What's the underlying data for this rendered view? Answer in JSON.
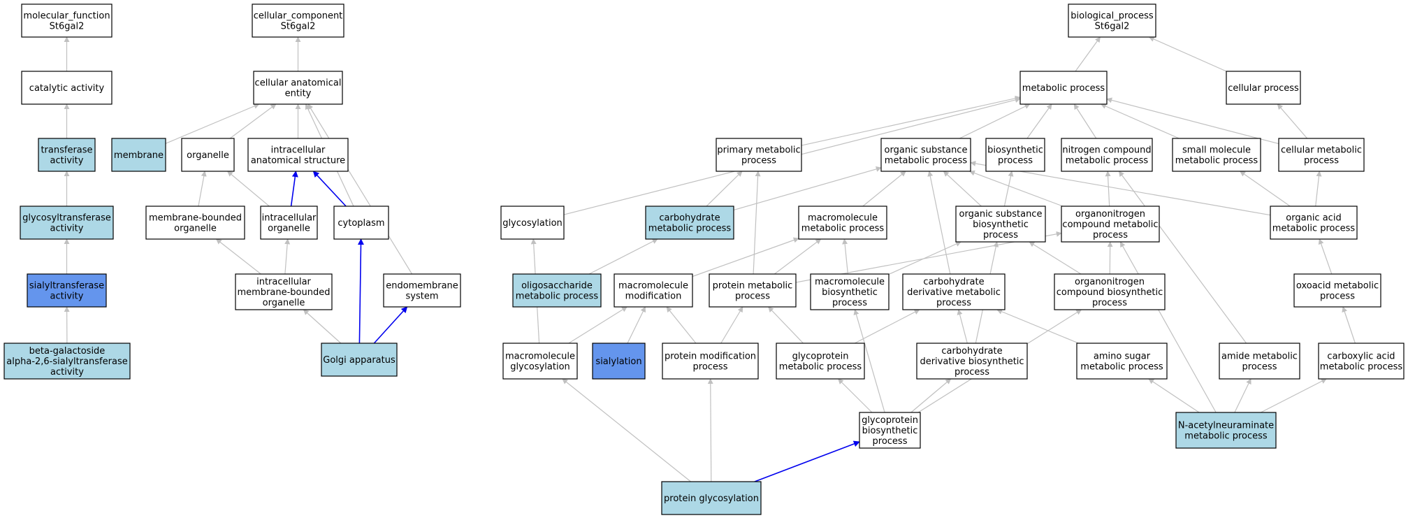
{
  "colors": {
    "white": "#ffffff",
    "light": "#add8e6",
    "dark": "#6495ed",
    "edge": "#c0c0c0",
    "highlight": "#0000ee"
  },
  "nodes": [
    {
      "id": "mf",
      "lines": [
        "molecular_function",
        "St6gal2"
      ],
      "fill": "white"
    },
    {
      "id": "cat",
      "lines": [
        "catalytic activity"
      ],
      "fill": "white"
    },
    {
      "id": "transf",
      "lines": [
        "transferase",
        "activity"
      ],
      "fill": "light"
    },
    {
      "id": "glyctr",
      "lines": [
        "glycosyltransferase",
        "activity"
      ],
      "fill": "light"
    },
    {
      "id": "sialtr",
      "lines": [
        "sialyltransferase",
        "activity"
      ],
      "fill": "dark"
    },
    {
      "id": "bgal",
      "lines": [
        "beta-galactoside",
        "alpha-2,6-sialyltransferase",
        "activity"
      ],
      "fill": "light"
    },
    {
      "id": "cc",
      "lines": [
        "cellular_component",
        "St6gal2"
      ],
      "fill": "white"
    },
    {
      "id": "cae",
      "lines": [
        "cellular anatomical",
        "entity"
      ],
      "fill": "white"
    },
    {
      "id": "memb",
      "lines": [
        "membrane"
      ],
      "fill": "light"
    },
    {
      "id": "organelle",
      "lines": [
        "organelle"
      ],
      "fill": "white"
    },
    {
      "id": "ias",
      "lines": [
        "intracellular",
        "anatomical structure"
      ],
      "fill": "white"
    },
    {
      "id": "mbo",
      "lines": [
        "membrane-bounded",
        "organelle"
      ],
      "fill": "white"
    },
    {
      "id": "io",
      "lines": [
        "intracellular",
        "organelle"
      ],
      "fill": "white"
    },
    {
      "id": "cyto",
      "lines": [
        "cytoplasm"
      ],
      "fill": "white"
    },
    {
      "id": "imbo",
      "lines": [
        "intracellular",
        "membrane-bounded",
        "organelle"
      ],
      "fill": "white"
    },
    {
      "id": "endo",
      "lines": [
        "endomembrane",
        "system"
      ],
      "fill": "white"
    },
    {
      "id": "golgi",
      "lines": [
        "Golgi apparatus"
      ],
      "fill": "light"
    },
    {
      "id": "bp",
      "lines": [
        "biological_process",
        "St6gal2"
      ],
      "fill": "white"
    },
    {
      "id": "metab",
      "lines": [
        "metabolic process"
      ],
      "fill": "white"
    },
    {
      "id": "cellp",
      "lines": [
        "cellular process"
      ],
      "fill": "white"
    },
    {
      "id": "pmp",
      "lines": [
        "primary metabolic",
        "process"
      ],
      "fill": "white"
    },
    {
      "id": "osmp",
      "lines": [
        "organic substance",
        "metabolic process"
      ],
      "fill": "white"
    },
    {
      "id": "biosyn",
      "lines": [
        "biosynthetic",
        "process"
      ],
      "fill": "white"
    },
    {
      "id": "ncmp",
      "lines": [
        "nitrogen compound",
        "metabolic process"
      ],
      "fill": "white"
    },
    {
      "id": "smmp",
      "lines": [
        "small molecule",
        "metabolic process"
      ],
      "fill": "white"
    },
    {
      "id": "cmp",
      "lines": [
        "cellular metabolic",
        "process"
      ],
      "fill": "white"
    },
    {
      "id": "glycosyl",
      "lines": [
        "glycosylation"
      ],
      "fill": "white"
    },
    {
      "id": "carbmp",
      "lines": [
        "carbohydrate",
        "metabolic process"
      ],
      "fill": "light"
    },
    {
      "id": "macmp",
      "lines": [
        "macromolecule",
        "metabolic process"
      ],
      "fill": "white"
    },
    {
      "id": "osbp",
      "lines": [
        "organic substance",
        "biosynthetic",
        "process"
      ],
      "fill": "white"
    },
    {
      "id": "oncmp",
      "lines": [
        "organonitrogen",
        "compound metabolic",
        "process"
      ],
      "fill": "white"
    },
    {
      "id": "oamp",
      "lines": [
        "organic acid",
        "metabolic process"
      ],
      "fill": "white"
    },
    {
      "id": "oligo",
      "lines": [
        "oligosaccharide",
        "metabolic process"
      ],
      "fill": "light"
    },
    {
      "id": "macmod",
      "lines": [
        "macromolecule",
        "modification"
      ],
      "fill": "white"
    },
    {
      "id": "protmp",
      "lines": [
        "protein metabolic",
        "process"
      ],
      "fill": "white"
    },
    {
      "id": "macbp",
      "lines": [
        "macromolecule",
        "biosynthetic",
        "process"
      ],
      "fill": "white"
    },
    {
      "id": "cdmp",
      "lines": [
        "carbohydrate",
        "derivative metabolic",
        "process"
      ],
      "fill": "white"
    },
    {
      "id": "oncbp",
      "lines": [
        "organonitrogen",
        "compound biosynthetic",
        "process"
      ],
      "fill": "white"
    },
    {
      "id": "oxmp",
      "lines": [
        "oxoacid metabolic",
        "process"
      ],
      "fill": "white"
    },
    {
      "id": "macglyc",
      "lines": [
        "macromolecule",
        "glycosylation"
      ],
      "fill": "white"
    },
    {
      "id": "sialyl",
      "lines": [
        "sialylation"
      ],
      "fill": "dark"
    },
    {
      "id": "pmod",
      "lines": [
        "protein modification",
        "process"
      ],
      "fill": "white"
    },
    {
      "id": "gpmp",
      "lines": [
        "glycoprotein",
        "metabolic process"
      ],
      "fill": "white"
    },
    {
      "id": "cdbp",
      "lines": [
        "carbohydrate",
        "derivative biosynthetic",
        "process"
      ],
      "fill": "white"
    },
    {
      "id": "asmp",
      "lines": [
        "amino sugar",
        "metabolic process"
      ],
      "fill": "white"
    },
    {
      "id": "amp",
      "lines": [
        "amide metabolic",
        "process"
      ],
      "fill": "white"
    },
    {
      "id": "camp",
      "lines": [
        "carboxylic acid",
        "metabolic process"
      ],
      "fill": "white"
    },
    {
      "id": "gpbp",
      "lines": [
        "glycoprotein",
        "biosynthetic",
        "process"
      ],
      "fill": "white"
    },
    {
      "id": "neu",
      "lines": [
        "N-acetylneuraminate",
        "metabolic process"
      ],
      "fill": "light"
    },
    {
      "id": "pglyc",
      "lines": [
        "protein glycosylation"
      ],
      "fill": "light"
    }
  ],
  "edges": [
    {
      "from": "cat",
      "to": "mf"
    },
    {
      "from": "transf",
      "to": "cat"
    },
    {
      "from": "glyctr",
      "to": "transf"
    },
    {
      "from": "sialtr",
      "to": "glyctr"
    },
    {
      "from": "bgal",
      "to": "sialtr"
    },
    {
      "from": "cae",
      "to": "cc"
    },
    {
      "from": "memb",
      "to": "cae"
    },
    {
      "from": "organelle",
      "to": "cae"
    },
    {
      "from": "ias",
      "to": "cae"
    },
    {
      "from": "cyto",
      "to": "cae"
    },
    {
      "from": "endo",
      "to": "cae"
    },
    {
      "from": "mbo",
      "to": "organelle"
    },
    {
      "from": "io",
      "to": "organelle"
    },
    {
      "from": "io",
      "to": "ias",
      "hl": true
    },
    {
      "from": "cyto",
      "to": "ias",
      "hl": true
    },
    {
      "from": "imbo",
      "to": "mbo"
    },
    {
      "from": "imbo",
      "to": "io"
    },
    {
      "from": "golgi",
      "to": "imbo"
    },
    {
      "from": "golgi",
      "to": "cyto",
      "hl": true
    },
    {
      "from": "golgi",
      "to": "endo",
      "hl": true
    },
    {
      "from": "metab",
      "to": "bp"
    },
    {
      "from": "cellp",
      "to": "bp"
    },
    {
      "from": "glycosyl",
      "to": "metab"
    },
    {
      "from": "pmp",
      "to": "metab"
    },
    {
      "from": "osmp",
      "to": "metab"
    },
    {
      "from": "biosyn",
      "to": "metab"
    },
    {
      "from": "ncmp",
      "to": "metab"
    },
    {
      "from": "smmp",
      "to": "metab"
    },
    {
      "from": "cmp",
      "to": "metab"
    },
    {
      "from": "cmp",
      "to": "cellp"
    },
    {
      "from": "carbmp",
      "to": "pmp"
    },
    {
      "from": "carbmp",
      "to": "osmp"
    },
    {
      "from": "macmp",
      "to": "osmp"
    },
    {
      "from": "osbp",
      "to": "osmp"
    },
    {
      "from": "osbp",
      "to": "biosyn"
    },
    {
      "from": "oncmp",
      "to": "osmp"
    },
    {
      "from": "oncmp",
      "to": "ncmp"
    },
    {
      "from": "oamp",
      "to": "osmp"
    },
    {
      "from": "oamp",
      "to": "smmp"
    },
    {
      "from": "oamp",
      "to": "cmp"
    },
    {
      "from": "oligo",
      "to": "carbmp"
    },
    {
      "from": "macmod",
      "to": "macmp"
    },
    {
      "from": "protmp",
      "to": "macmp"
    },
    {
      "from": "protmp",
      "to": "pmp"
    },
    {
      "from": "protmp",
      "to": "oncmp"
    },
    {
      "from": "macbp",
      "to": "macmp"
    },
    {
      "from": "macbp",
      "to": "osbp"
    },
    {
      "from": "cdmp",
      "to": "osmp"
    },
    {
      "from": "oncbp",
      "to": "oncmp"
    },
    {
      "from": "oncbp",
      "to": "osbp"
    },
    {
      "from": "oxmp",
      "to": "oamp"
    },
    {
      "from": "macglyc",
      "to": "glycosyl"
    },
    {
      "from": "macglyc",
      "to": "macmod"
    },
    {
      "from": "sialyl",
      "to": "macmod"
    },
    {
      "from": "pmod",
      "to": "macmod"
    },
    {
      "from": "pmod",
      "to": "protmp"
    },
    {
      "from": "gpmp",
      "to": "protmp"
    },
    {
      "from": "gpmp",
      "to": "cdmp"
    },
    {
      "from": "cdbp",
      "to": "cdmp"
    },
    {
      "from": "cdbp",
      "to": "osbp"
    },
    {
      "from": "asmp",
      "to": "cdmp"
    },
    {
      "from": "camp",
      "to": "oxmp"
    },
    {
      "from": "gpbp",
      "to": "gpmp"
    },
    {
      "from": "gpbp",
      "to": "cdbp"
    },
    {
      "from": "gpbp",
      "to": "macbp"
    },
    {
      "from": "gpbp",
      "to": "oncbp"
    },
    {
      "from": "neu",
      "to": "asmp"
    },
    {
      "from": "neu",
      "to": "amp"
    },
    {
      "from": "neu",
      "to": "camp"
    },
    {
      "from": "neu",
      "to": "oncmp"
    },
    {
      "from": "amp",
      "to": "ncmp"
    },
    {
      "from": "pglyc",
      "to": "macglyc"
    },
    {
      "from": "pglyc",
      "to": "pmod"
    },
    {
      "from": "pglyc",
      "to": "gpbp",
      "hl": true
    }
  ]
}
